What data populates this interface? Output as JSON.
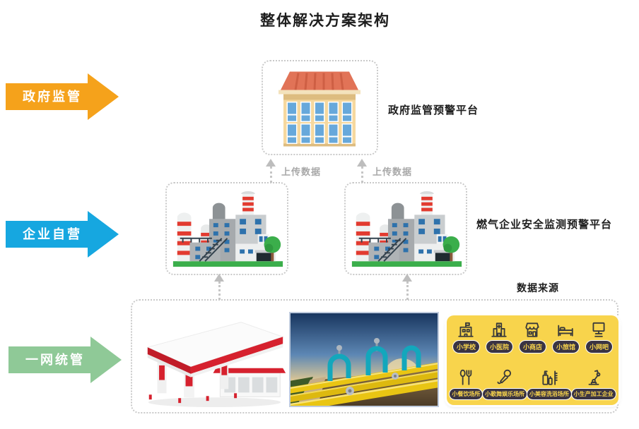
{
  "title": "整体解决方案架构",
  "lanes": {
    "gov": {
      "label": "政府监管",
      "color": "#F5A21B"
    },
    "enterprise": {
      "label": "企业自营",
      "color": "#16A7E0"
    },
    "network": {
      "label": "一网统管",
      "color": "#8FC997"
    }
  },
  "platforms": {
    "gov": "政府监管预警平台",
    "enterprise": "燃气企业安全监测预警平台"
  },
  "flows": {
    "upload_left": "上传数据",
    "upload_right": "上传数据",
    "data_source": "数据来源"
  },
  "venues": {
    "panel_bg": "#F8D44C",
    "pill_bg": "#3A3443",
    "pill_text": "#F8D44C",
    "row1": [
      {
        "label": "小学校",
        "icon": "school-icon"
      },
      {
        "label": "小医院",
        "icon": "hospital-icon"
      },
      {
        "label": "小商店",
        "icon": "shop-icon"
      },
      {
        "label": "小旅馆",
        "icon": "hotel-bed-icon"
      },
      {
        "label": "小网吧",
        "icon": "computer-icon"
      }
    ],
    "row2": [
      {
        "label": "小餐饮场所",
        "icon": "cutlery-icon"
      },
      {
        "label": "小歌舞娱乐场所",
        "icon": "microphone-icon"
      },
      {
        "label": "小美容洗浴场所",
        "icon": "cosmetics-icon"
      },
      {
        "label": "小生产加工企业",
        "icon": "robot-arm-icon"
      }
    ]
  }
}
